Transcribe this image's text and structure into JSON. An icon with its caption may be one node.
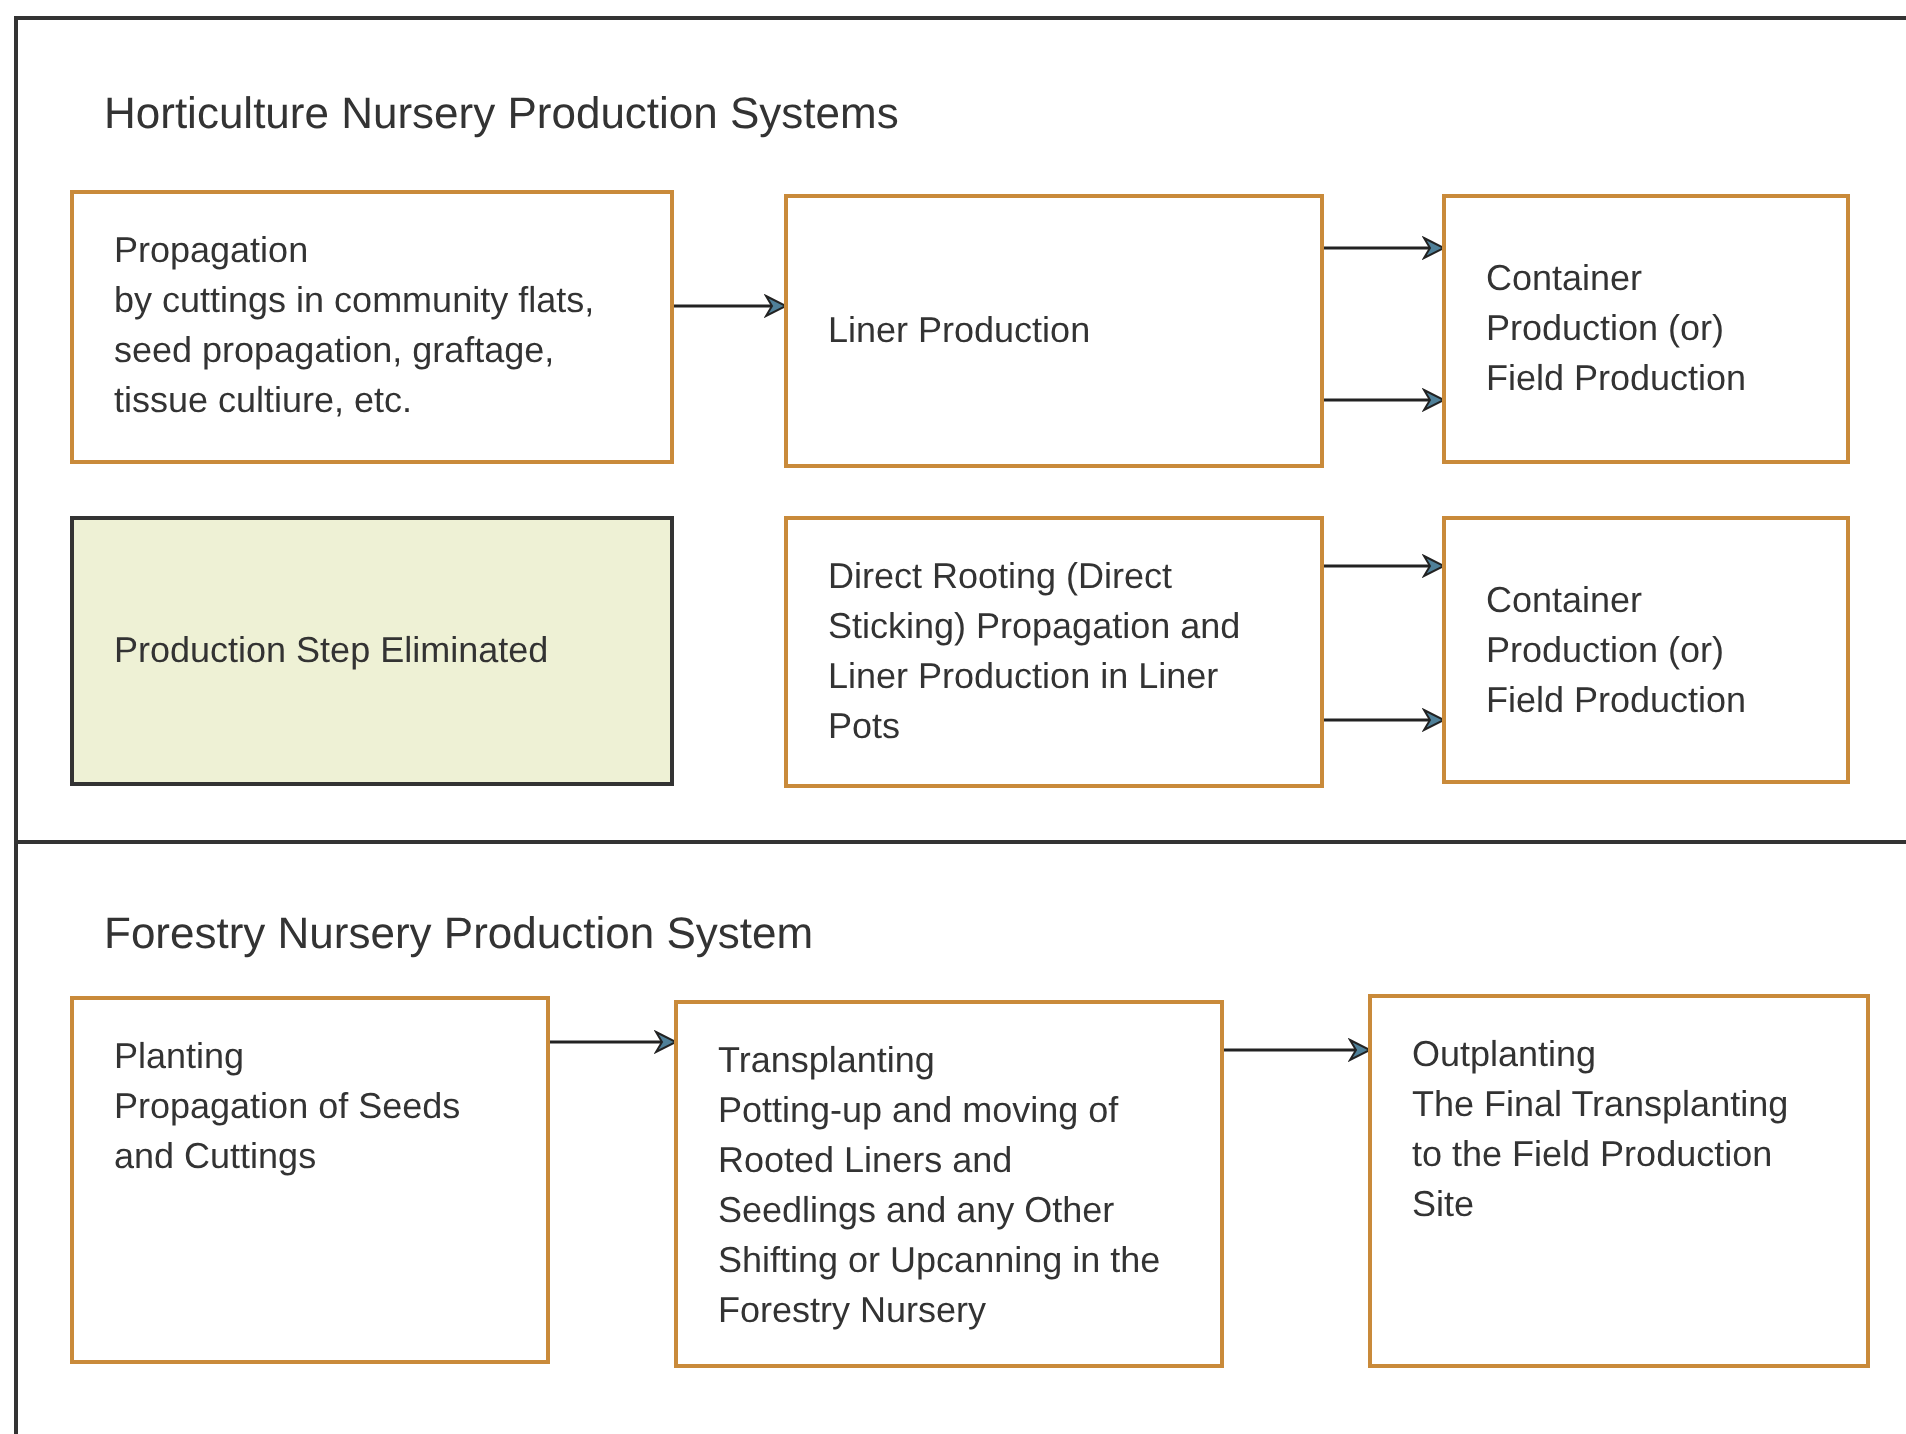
{
  "diagram": {
    "nodes": [
      {
        "text": [
          "Propagation",
          "by cuttings in community flats, seed propagation, graftage, tissue cultiure, etc."
        ]
      },
      {
        "text": [
          "Liner Production"
        ]
      },
      {
        "text": [
          "Container Production (or) Field Production"
        ]
      },
      {
        "text": [
          "Production Step Eliminated"
        ]
      },
      {
        "text": [
          "Direct Rooting (Direct Sticking) Propagation and Liner Production in Liner Pots"
        ]
      },
      {
        "text": [
          "Container Production (or) Field Production"
        ]
      },
      {
        "text": [
          "Planting",
          "Propagation of Seeds and Cuttings"
        ]
      },
      {
        "text": [
          "Transplanting",
          "Potting-up and moving of Rooted Liners and Seedlings and any Other Shifting or Upcanning in the Forestry Nursery"
        ]
      },
      {
        "text": [
          "Outplanting",
          "The Final Transplanting to the Field Production Site"
        ]
      }
    ],
    "edges": [
      {
        "from": 0,
        "to": 1,
        "arrow": "to"
      },
      {
        "from": 1,
        "to": 2,
        "arrow": "to"
      },
      {
        "from": 1,
        "to": 2,
        "arrow": "to"
      },
      {
        "from": 4,
        "to": 5,
        "arrow": "to"
      },
      {
        "from": 4,
        "to": 5,
        "arrow": "to"
      },
      {
        "from": 6,
        "to": 7,
        "arrow": "to"
      },
      {
        "from": 7,
        "to": 8,
        "arrow": "to"
      }
    ],
    "labels": [
      "Horticulture Nursery Production Systems",
      "Forestry Nursery Production System"
    ]
  }
}
